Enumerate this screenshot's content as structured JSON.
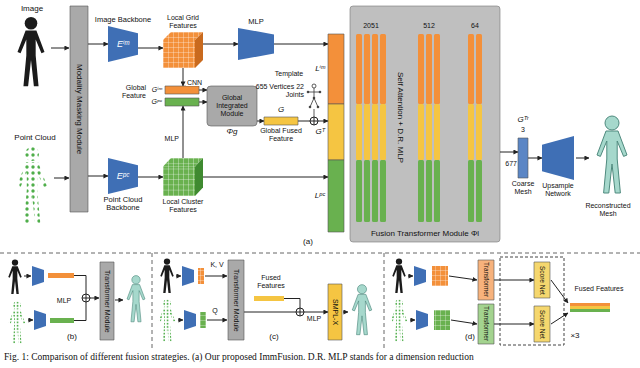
{
  "diagram": {
    "caption": "Fig. 1: Comparison of different fusion strategies. (a) Our proposed ImmFusion. D.R. MLP stands for a dimension reduction",
    "nodes": [
      {
        "text": [
          "Modality Masking Module"
        ]
      },
      {
        "text": [
          "Eⁱᵐ",
          "Image Backbone"
        ]
      },
      {
        "text": [
          "Local Grid Features"
        ]
      },
      {
        "text": [
          "MLP"
        ]
      },
      {
        "text": [
          "Lⁱᵐ"
        ]
      },
      {
        "text": [
          "Gⁱᵐ"
        ]
      },
      {
        "text": [
          "Gᵖᶜ"
        ]
      },
      {
        "text": [
          "Global Integrated Module",
          "Φg"
        ]
      },
      {
        "text": [
          "G",
          "Global Fused Feature"
        ]
      },
      {
        "text": [
          "Gᵀ"
        ]
      },
      {
        "text": [
          "Eᵖᶜ",
          "Point Cloud Backbone"
        ]
      },
      {
        "text": [
          "Local Cluster Features"
        ]
      },
      {
        "text": [
          "Lᵖᶜ"
        ]
      },
      {
        "text": [
          "Fusion Transformer Module Φl"
        ]
      },
      {
        "text": [
          "Gᵀʳ",
          "Coarse Mesh"
        ]
      },
      {
        "text": [
          "Upsample Network"
        ]
      },
      {
        "text": [
          "Transformer Module"
        ]
      },
      {
        "text": [
          "Transformer Module"
        ]
      },
      {
        "text": [
          "SMPL-X"
        ]
      },
      {
        "text": [
          "Transformer"
        ]
      },
      {
        "text": [
          "Transformer"
        ]
      },
      {
        "text": [
          "Score Net"
        ]
      },
      {
        "text": [
          "Score Net"
        ]
      }
    ],
    "edges": [
      {
        "from": 0,
        "to": 1,
        "arrow": "to"
      },
      {
        "from": 0,
        "to": 10,
        "arrow": "to"
      },
      {
        "from": 1,
        "to": 2,
        "arrow": "to"
      },
      {
        "from": 2,
        "to": 3,
        "arrow": "to"
      },
      {
        "from": 3,
        "to": 4,
        "arrow": "to"
      },
      {
        "from": 2,
        "to": 5,
        "label": "CNN",
        "arrow": "to"
      },
      {
        "from": 11,
        "to": 6,
        "label": "MLP",
        "arrow": "to"
      },
      {
        "from": 5,
        "to": 7,
        "arrow": "to"
      },
      {
        "from": 6,
        "to": 7,
        "arrow": "to"
      },
      {
        "from": 7,
        "to": 8,
        "arrow": "to"
      },
      {
        "from": 8,
        "to": 9,
        "arrow": "to"
      },
      {
        "from": 10,
        "to": 11,
        "arrow": "to"
      },
      {
        "from": 11,
        "to": 12,
        "arrow": "to"
      },
      {
        "from": 13,
        "to": 14,
        "arrow": "to"
      },
      {
        "from": 14,
        "to": 15,
        "arrow": "to"
      },
      {
        "from": 17,
        "to": 18,
        "arrow": "to"
      },
      {
        "from": 19,
        "to": 21,
        "arrow": "to"
      },
      {
        "from": 20,
        "to": 22,
        "arrow": "to"
      }
    ],
    "labels": [
      "Image",
      "Point Cloud",
      "Global Feature",
      "Template",
      "655 Vertices 22 Joints",
      "2051",
      "512",
      "64",
      "Self Attention + D.R. MLP",
      "3",
      "677",
      "Reconstructed Mesh",
      "(a)",
      "MLP",
      "(b)",
      "K, V",
      "Q",
      "Fused Features",
      "MLP",
      "(c)",
      "Fused Features",
      "×3",
      "(d)"
    ]
  }
}
